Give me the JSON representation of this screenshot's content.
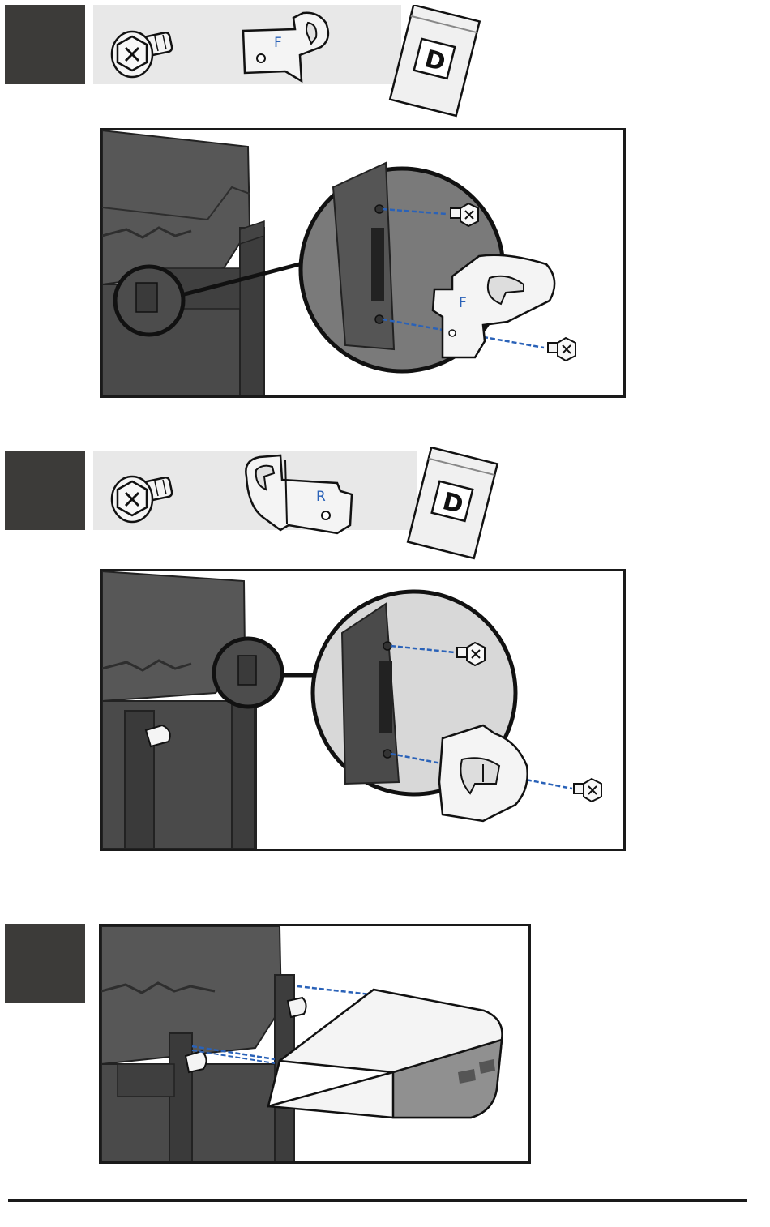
{
  "steps": [
    {
      "parts": [
        {
          "kind": "bolt",
          "icon": "bolt-icon"
        },
        {
          "kind": "bracket",
          "label": "F",
          "icon": "bracket-f-icon"
        },
        {
          "kind": "bag",
          "label": "D",
          "icon": "hardware-bag-icon"
        }
      ]
    },
    {
      "parts": [
        {
          "kind": "bolt",
          "icon": "bolt-icon"
        },
        {
          "kind": "bracket",
          "label": "R",
          "icon": "bracket-r-icon"
        },
        {
          "kind": "bag",
          "label": "D",
          "icon": "hardware-bag-icon"
        }
      ]
    },
    {
      "parts": []
    }
  ],
  "colors": {
    "step_block": "#3c3b39",
    "strip": "#e8e8e8",
    "grill_body": "#4a4a4a",
    "dashed_line": "#2a62b8",
    "border": "#1a1a1a"
  }
}
